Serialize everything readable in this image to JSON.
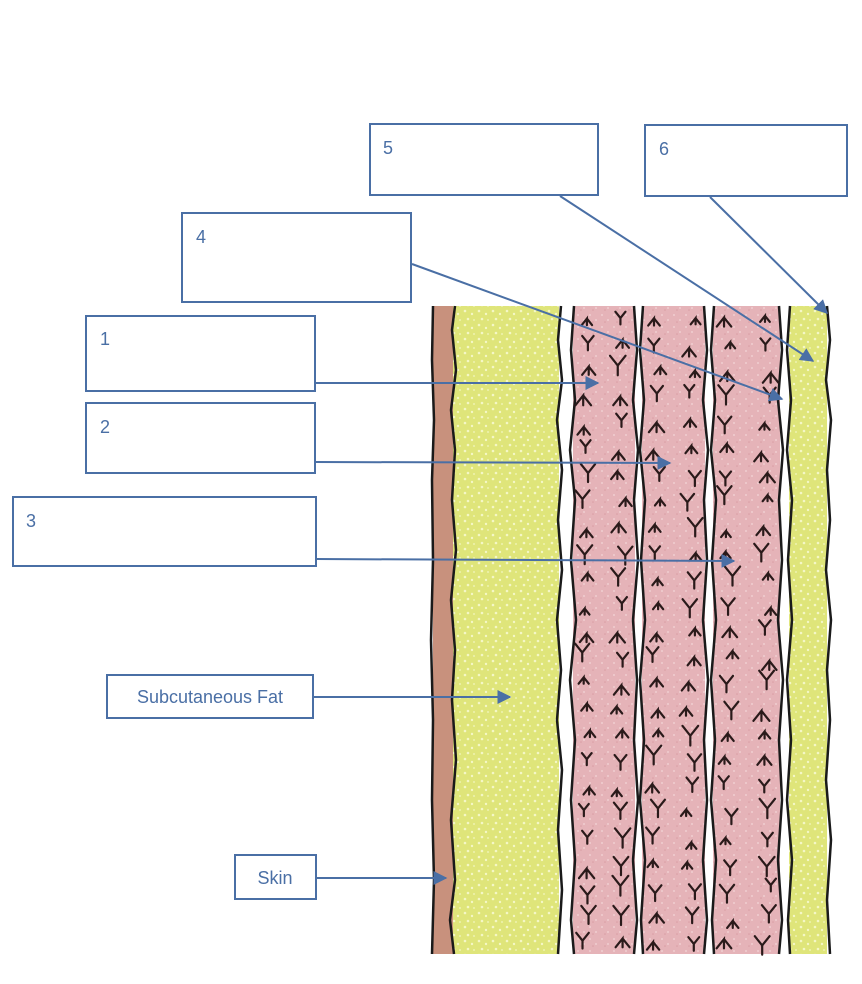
{
  "labels": {
    "box1": "1",
    "box2": "2",
    "box3": "3",
    "box4": "4",
    "box5": "5",
    "box6": "6",
    "subcutaneous_fat": "Subcutaneous Fat",
    "skin": "Skin"
  },
  "colors": {
    "skin": "#c8917d",
    "fat": "#dfe57a",
    "muscle": "#e5b3b8",
    "label_stroke": "#4a6fa5",
    "label_text": "#4a6fa5"
  }
}
